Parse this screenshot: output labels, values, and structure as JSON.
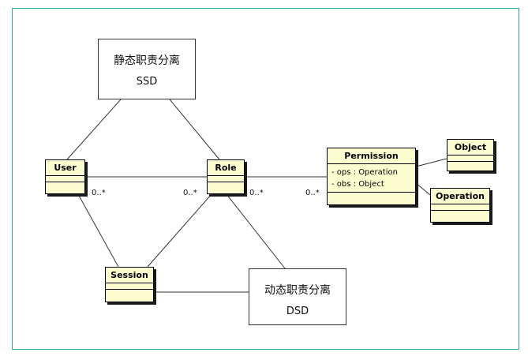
{
  "ssd": {
    "line1": "静态职责分离",
    "line2": "SSD"
  },
  "dsd": {
    "line1": "动态职责分离",
    "line2": "DSD"
  },
  "classes": {
    "user": "User",
    "role": "Role",
    "session": "Session",
    "permission": "Permission",
    "object": "Object",
    "operation": "Operation"
  },
  "permission_attrs": [
    "- ops : Operation",
    "- obs : Object"
  ],
  "multiplicities": {
    "user_role": "0..*",
    "role_user": "0..*",
    "role_perm": "0..*",
    "perm_role": "0..*"
  },
  "colors": {
    "class_fill": "#fdfccf",
    "frame_border": "#2ba3b4"
  }
}
